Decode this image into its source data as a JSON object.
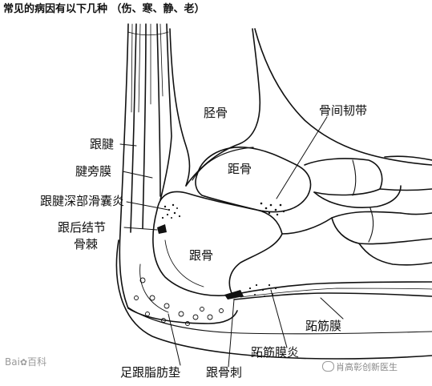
{
  "title": "常见的病因有以下几种 （伤、寒、静、老）",
  "labels": {
    "tibia": "胫骨",
    "interosseous_ligament": "骨间韧带",
    "achilles_tendon": "跟腱",
    "talus": "距骨",
    "paratenon": "腱旁膜",
    "deep_bursitis": "跟腱深部滑囊炎",
    "posterior_tubercle_line1": "跟后结节",
    "posterior_tubercle_line2": "骨棘",
    "calcaneus": "跟骨",
    "plantar_fascia": "跖筋膜",
    "plantar_fasciitis": "跖筋膜炎",
    "heel_fat_pad": "足跟脂肪垫",
    "heel_spur": "跟骨刺"
  },
  "watermarks": {
    "baidu_logo": "Bai",
    "baidu_suffix": "百科",
    "account": "肖高彰创新医生"
  }
}
